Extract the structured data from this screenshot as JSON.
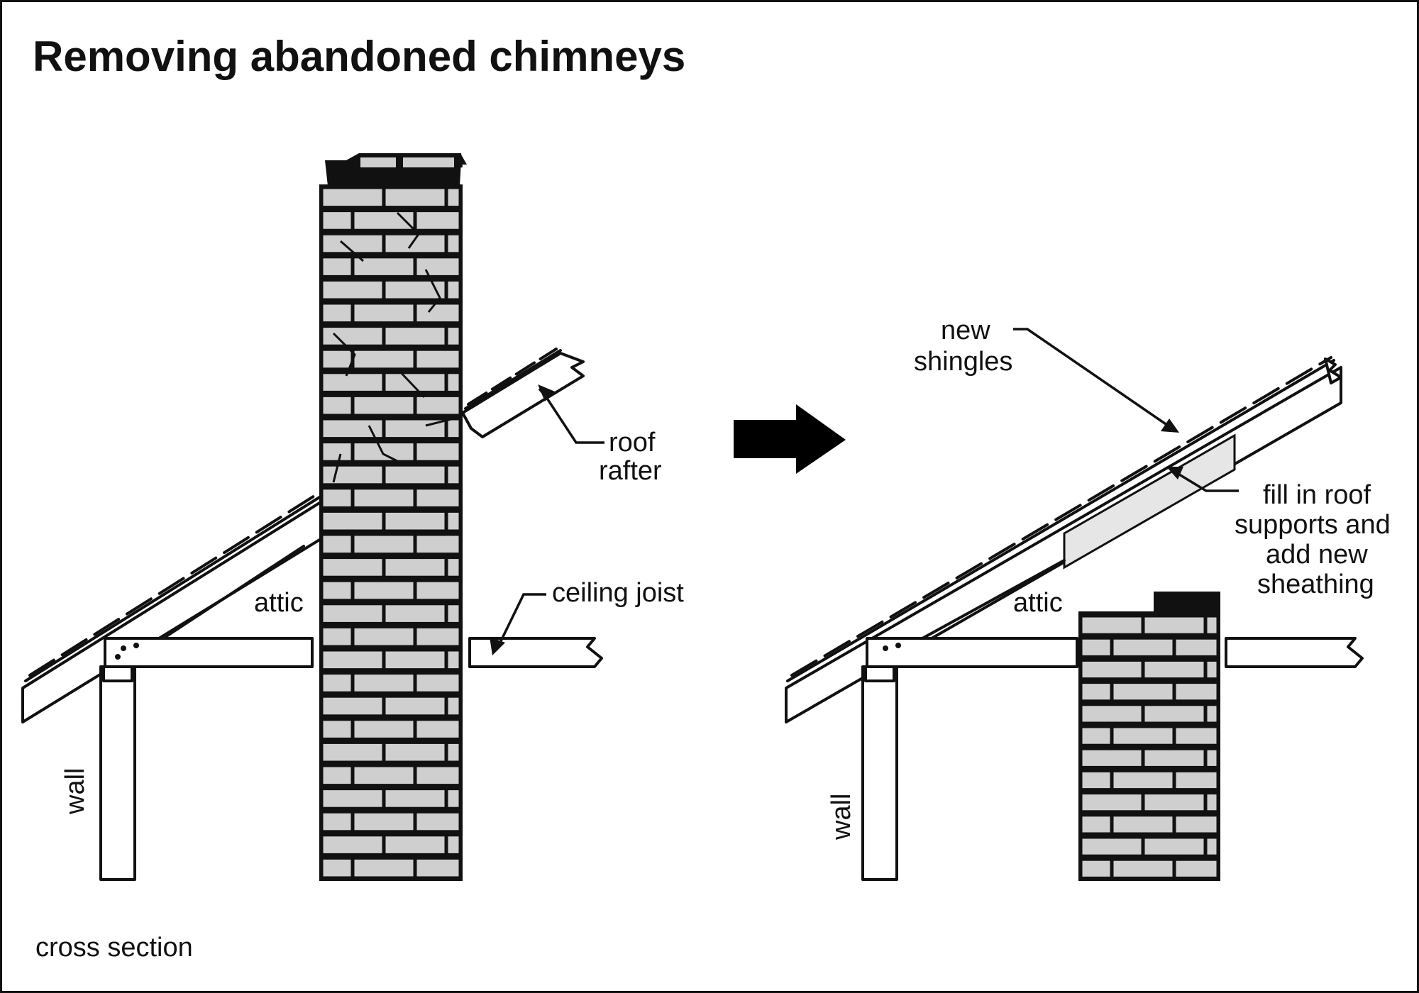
{
  "title": "Removing abandoned chimneys",
  "labels": {
    "roof_rafter_1": "roof",
    "roof_rafter_2": "rafter",
    "ceiling_joist": "ceiling joist",
    "attic_left": "attic",
    "attic_right": "attic",
    "wall_left": "wall",
    "wall_right": "wall",
    "cross_section": "cross section",
    "new_shingles_1": "new",
    "new_shingles_2": "shingles",
    "fill_1": "fill in roof",
    "fill_2": "supports and",
    "fill_3": "add new",
    "fill_4": "sheathing"
  },
  "colors": {
    "ink": "#111111",
    "brick": "#cfcfcf",
    "patch": "#e6e6e6",
    "background": "#ffffff"
  }
}
